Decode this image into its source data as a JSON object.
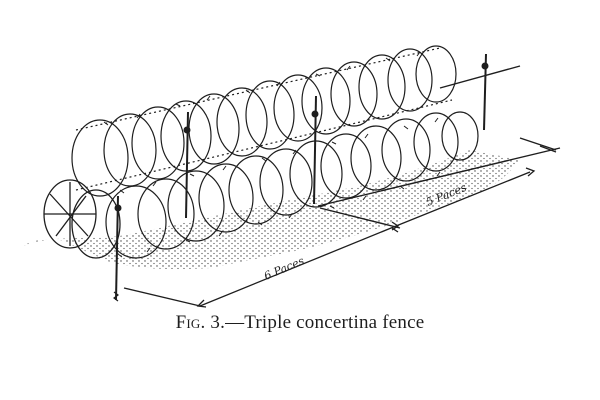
{
  "figure": {
    "caption_prefix": "Fig. 3.",
    "caption_text": "—Triple concertina fence",
    "dimensions": {
      "near_span": "6 Paces",
      "far_span": "5 Paces"
    },
    "ink_color": "#1e1e1e",
    "background_color": "#ffffff"
  }
}
